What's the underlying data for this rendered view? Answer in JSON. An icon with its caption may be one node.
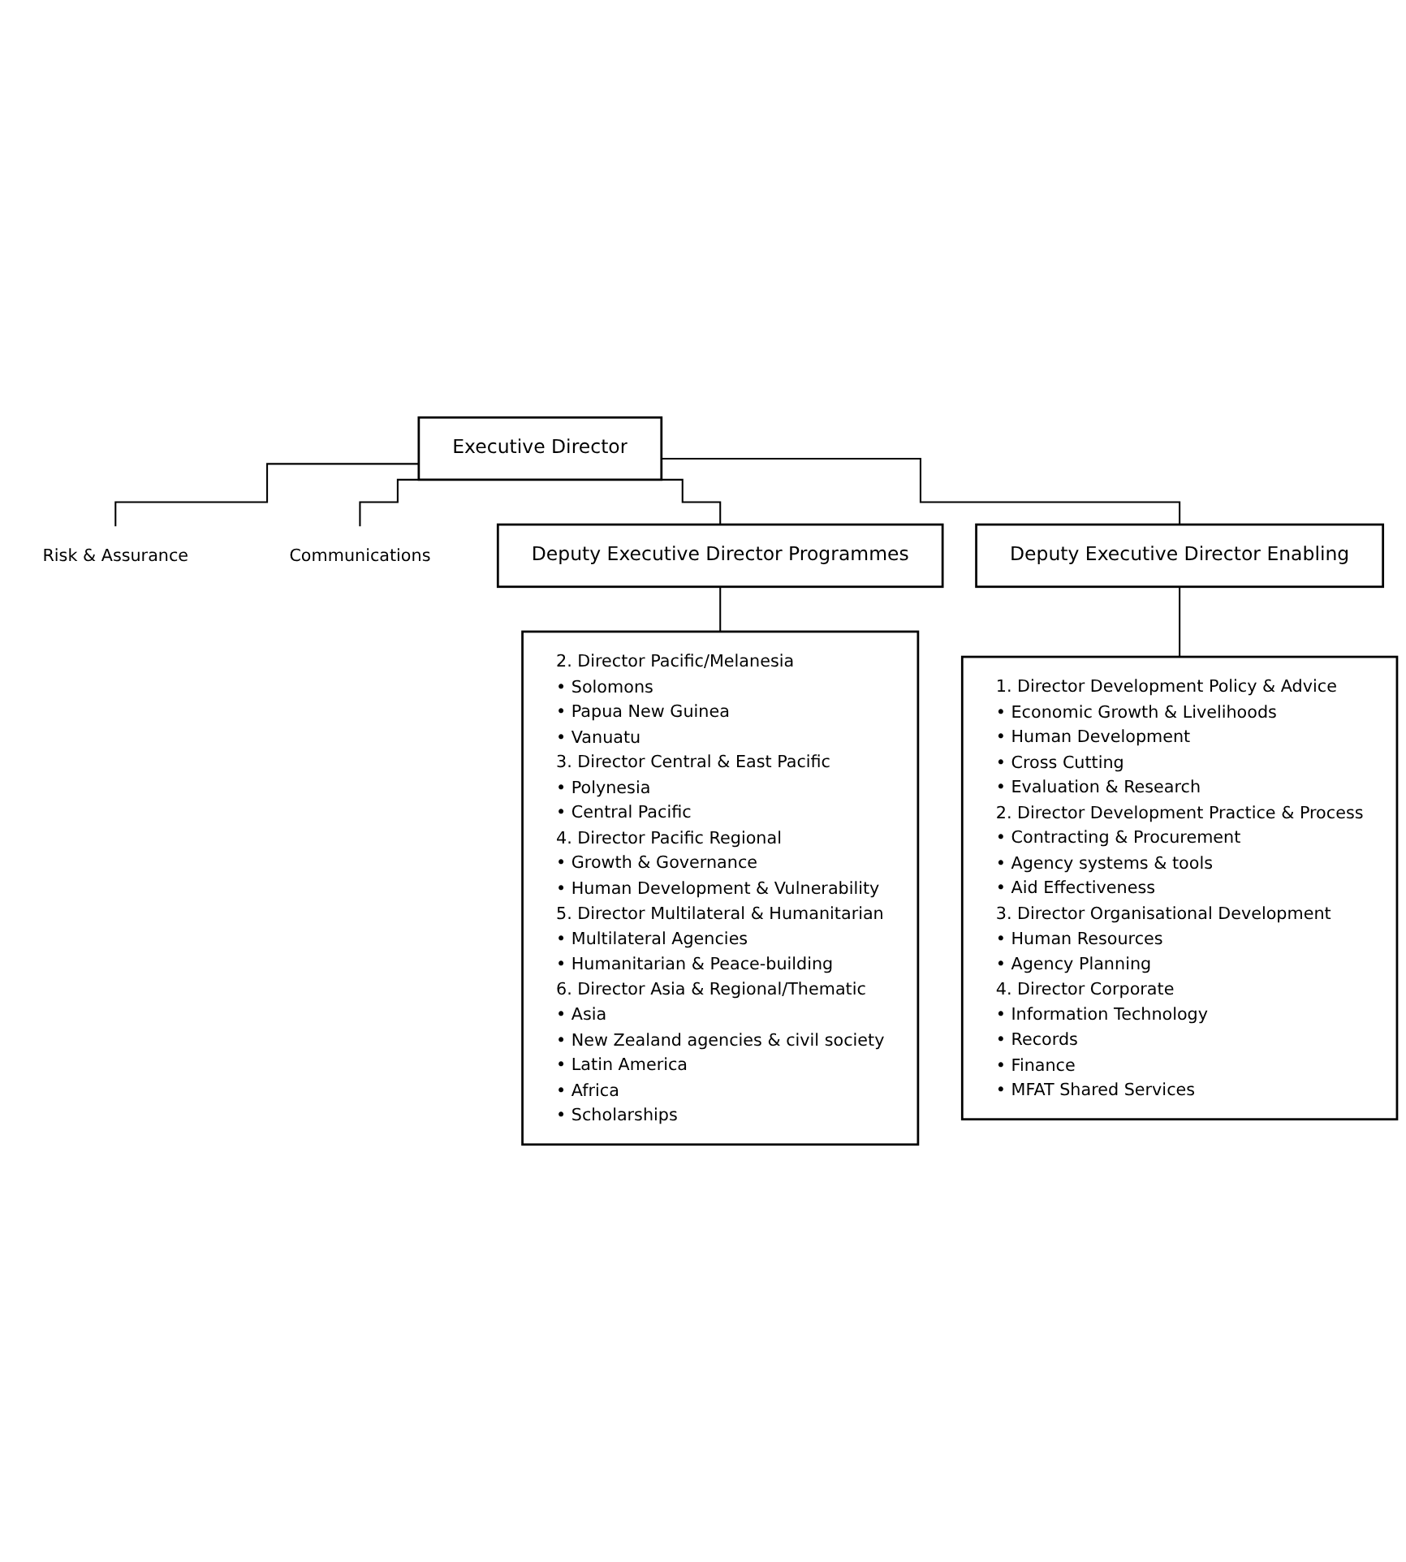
{
  "diagram": {
    "nodes": [
      {
        "text": [
          "Executive Director"
        ]
      },
      {
        "text": [
          "Risk & Assurance"
        ]
      },
      {
        "text": [
          "Communications"
        ]
      },
      {
        "text": [
          "Deputy Executive Director Programmes"
        ]
      },
      {
        "text": [
          "Deputy Executive Director Enabling"
        ]
      },
      {
        "text": [
          "2. Director Pacific/Melanesia",
          "• Solomons",
          "• Papua New Guinea",
          "• Vanuatu",
          "3. Director Central & East Pacific",
          "• Polynesia",
          "• Central Pacific",
          "4. Director Pacific Regional",
          "• Growth & Governance",
          "• Human Development & Vulnerability",
          "5. Director Multilateral & Humanitarian",
          "• Multilateral Agencies",
          "• Humanitarian & Peace-building",
          "6. Director Asia & Regional/Thematic",
          "• Asia",
          "• New Zealand agencies & civil society",
          "• Latin America",
          "• Africa",
          "• Scholarships"
        ]
      },
      {
        "text": [
          "1. Director Development Policy & Advice",
          "• Economic Growth & Livelihoods",
          "• Human Development",
          "• Cross Cutting",
          "• Evaluation & Research",
          "2. Director Development Practice & Process",
          "• Contracting & Procurement",
          "• Agency systems & tools",
          "• Aid Effectiveness",
          "3. Director Organisational Development",
          "• Human Resources",
          "• Agency Planning",
          "4. Director Corporate",
          "• Information Technology",
          "• Records",
          "• Finance",
          "• MFAT Shared Services"
        ]
      }
    ],
    "edges": [
      {
        "from": 0,
        "to": 1,
        "arrow": "none"
      },
      {
        "from": 0,
        "to": 2,
        "arrow": "none"
      },
      {
        "from": 0,
        "to": 3,
        "arrow": "none"
      },
      {
        "from": 0,
        "to": 4,
        "arrow": "none"
      },
      {
        "from": 3,
        "to": 5,
        "arrow": "none"
      },
      {
        "from": 4,
        "to": 6,
        "arrow": "none"
      }
    ]
  }
}
